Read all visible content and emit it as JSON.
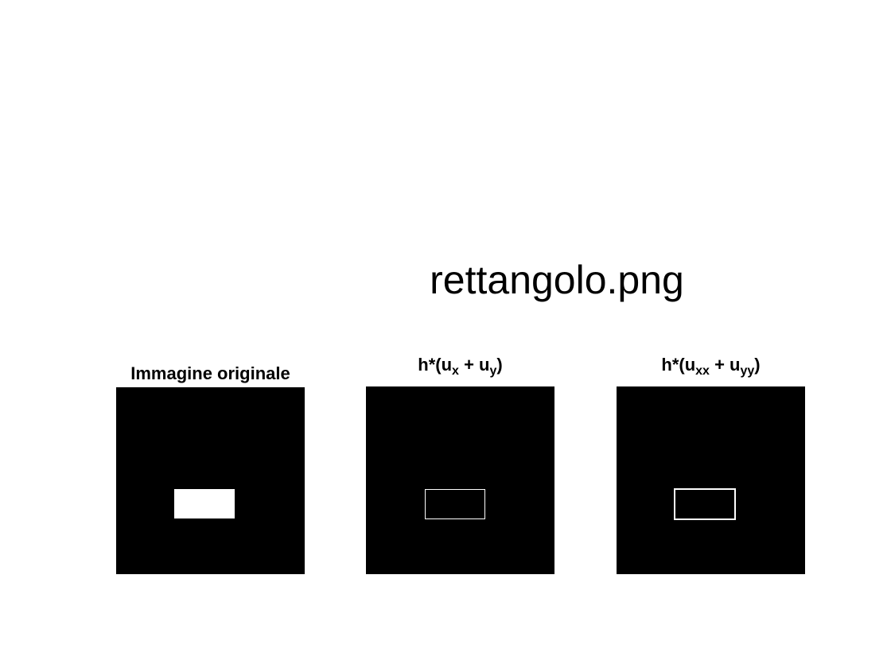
{
  "figure": {
    "title": "rettangolo.png"
  },
  "panels": [
    {
      "id": "original",
      "title": "Immagine originale",
      "background": "#000000",
      "shape_color": "#ffffff"
    },
    {
      "id": "first-derivative",
      "title_prefix": "h*(u",
      "title_sub1": "x",
      "title_mid": " + u",
      "title_sub2": "y",
      "title_suffix": ")",
      "background": "#000000",
      "shape_color": "#ffffff"
    },
    {
      "id": "second-derivative",
      "title_prefix": "h*(u",
      "title_sub1": "xx",
      "title_mid": " + u",
      "title_sub2": "yy",
      "title_suffix": ")",
      "background": "#000000",
      "shape_color": "#ffffff"
    }
  ]
}
